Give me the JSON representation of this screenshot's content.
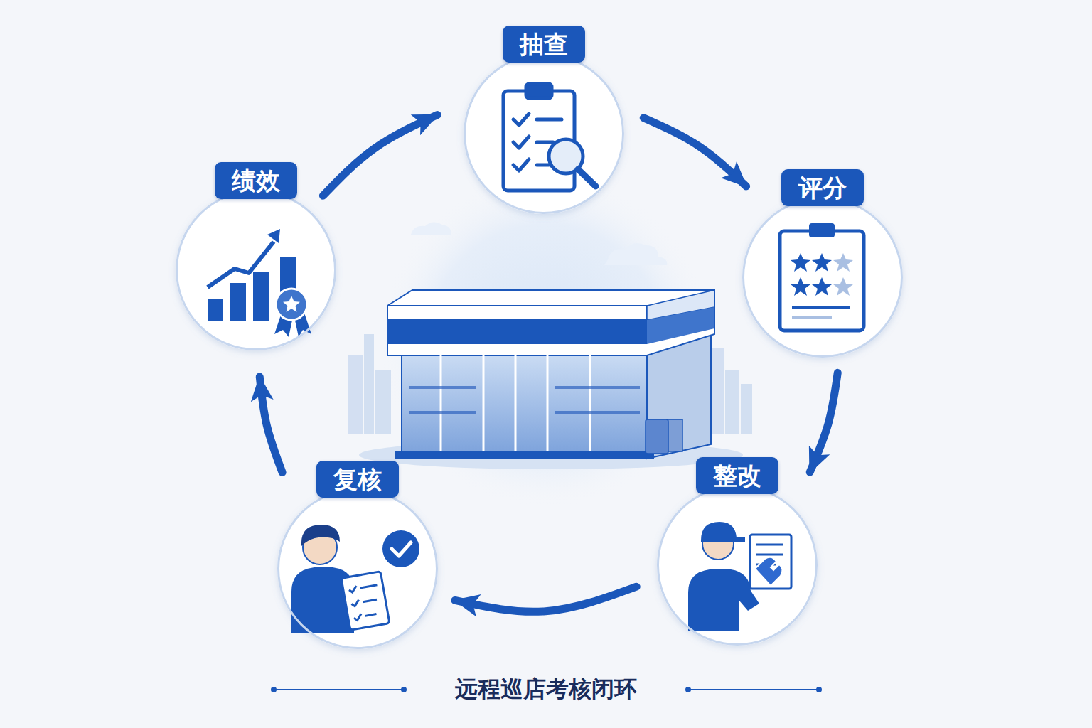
{
  "diagram": {
    "caption": "远程巡店考核闭环",
    "nodes": [
      {
        "text": [
          "抽查"
        ]
      },
      {
        "text": [
          "评分"
        ]
      },
      {
        "text": [
          "整改"
        ]
      },
      {
        "text": [
          "复核"
        ]
      },
      {
        "text": [
          "绩效"
        ]
      }
    ],
    "edges": [
      {
        "from": 0,
        "to": 1,
        "arrow": "to"
      },
      {
        "from": 1,
        "to": 2,
        "arrow": "to"
      },
      {
        "from": 2,
        "to": 3,
        "arrow": "to"
      },
      {
        "from": 3,
        "to": 4,
        "arrow": "to"
      },
      {
        "from": 4,
        "to": 0,
        "arrow": "to"
      }
    ]
  }
}
